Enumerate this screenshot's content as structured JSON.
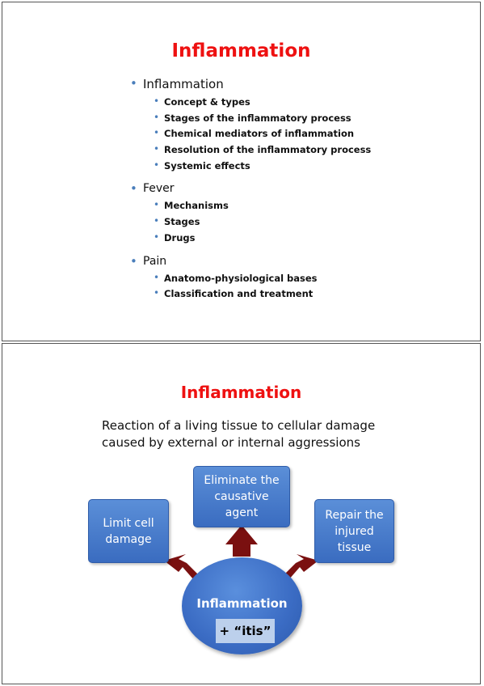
{
  "slide1": {
    "title": "Inflammation",
    "outline": [
      {
        "label": "Inflammation",
        "items": [
          "Concept & types",
          "Stages of the inflammatory process",
          "Chemical mediators of inflammation",
          "Resolution of the inflammatory process",
          "Systemic effects"
        ]
      },
      {
        "label": "Fever",
        "items": [
          "Mechanisms",
          "Stages",
          "Drugs"
        ]
      },
      {
        "label": "Pain",
        "items": [
          "Anatomo-physiological bases",
          "Classification and treatment"
        ]
      }
    ]
  },
  "slide2": {
    "title": "Inflammation",
    "definition": {
      "line1": "Reaction of a living tissue to cellular damage",
      "line2": "caused by external or internal aggressions"
    },
    "boxes": {
      "limit": [
        "Limit cell",
        "damage"
      ],
      "eliminate": [
        "Eliminate the",
        "causative",
        "agent"
      ],
      "repair": [
        "Repair the",
        "injured",
        "tissue"
      ]
    },
    "core": {
      "label": "Inflammation",
      "suffix": "+ “itis”"
    }
  },
  "colors": {
    "title": "#ee1111",
    "bullet": "#4a7ebb",
    "box_blue": "#4a7ccc",
    "arrow": "#7a1010",
    "suffix_bg": "#bcd0ec"
  }
}
